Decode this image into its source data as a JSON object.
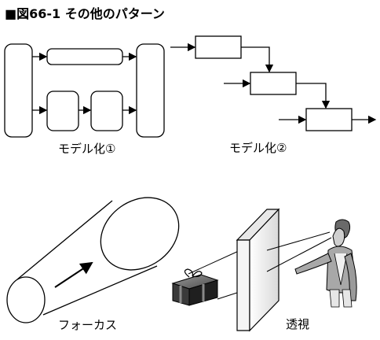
{
  "title": "■図66-1 その他のパターン",
  "captions": {
    "model1": "モデル化①",
    "model2": "モデル化②",
    "focus": "フォーカス",
    "transparency": "透視"
  }
}
